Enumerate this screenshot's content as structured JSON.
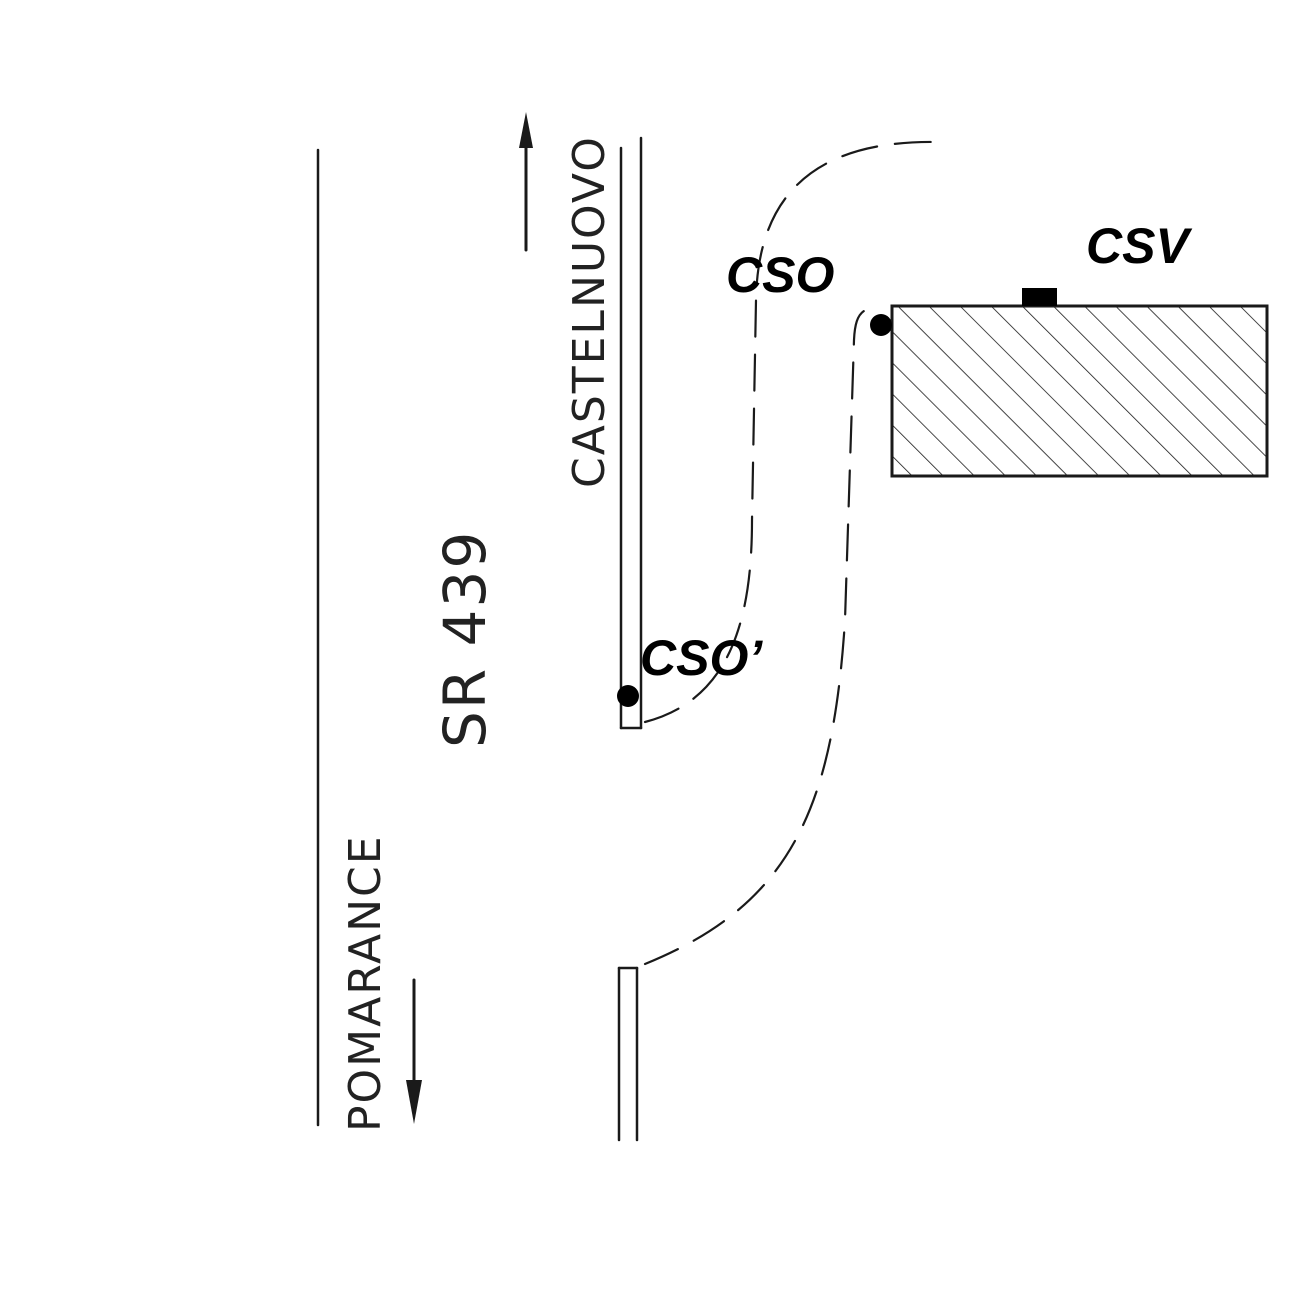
{
  "labels": {
    "road_name": "SR 439",
    "direction_north": "CASTELNUOVO",
    "direction_south": "POMARANCE",
    "point_cso": "CSO",
    "point_cso_prime": "CSO’",
    "point_csv": "CSV"
  },
  "colors": {
    "ink": "#1a1a1a",
    "marker": "#000000",
    "paper": "#ffffff"
  }
}
